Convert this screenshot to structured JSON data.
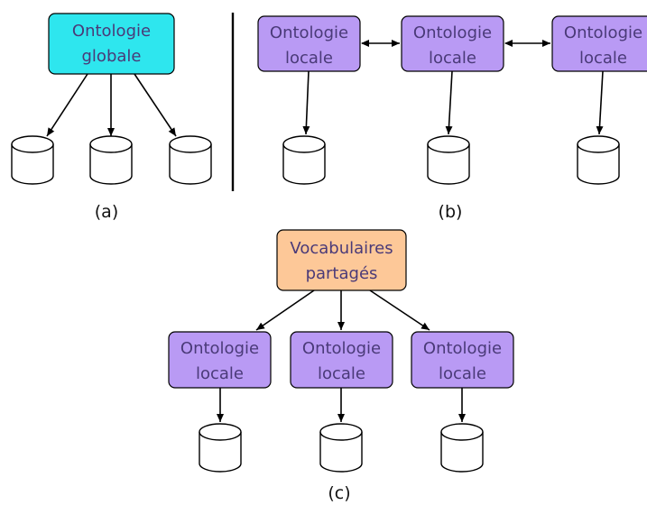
{
  "colors": {
    "global_fill": "#2ee6ee",
    "local_fill": "#b99af4",
    "shared_fill": "#fdc898",
    "box_border": "#000000",
    "divider": "#000000"
  },
  "panel_a": {
    "box": {
      "line1": "Ontologie",
      "line2": "globale"
    },
    "caption": "(a)"
  },
  "panel_b": {
    "boxes": [
      {
        "line1": "Ontologie",
        "line2": "locale"
      },
      {
        "line1": "Ontologie",
        "line2": "locale"
      },
      {
        "line1": "Ontologie",
        "line2": "locale"
      }
    ],
    "caption": "(b)"
  },
  "panel_c": {
    "top_box": {
      "line1": "Vocabulaires",
      "line2": "partagés"
    },
    "boxes": [
      {
        "line1": "Ontologie",
        "line2": "locale"
      },
      {
        "line1": "Ontologie",
        "line2": "locale"
      },
      {
        "line1": "Ontologie",
        "line2": "locale"
      }
    ],
    "caption": "(c)"
  }
}
